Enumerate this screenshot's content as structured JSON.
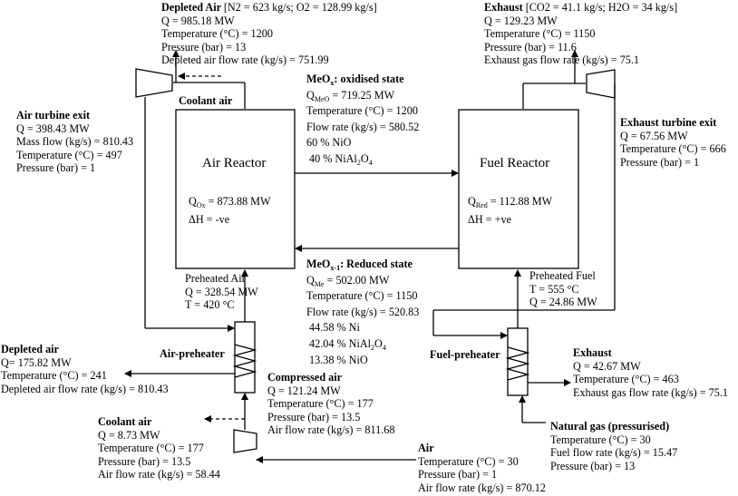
{
  "depleted_air_top": {
    "heading": "Depleted Air",
    "composition": "[N2 = 623 kg/s; O2 = 128.99 kg/s]",
    "lines": [
      "Q = 985.18 MW",
      "Temperature (°C) = 1200",
      "Pressure (bar) = 13",
      "Depleted air flow rate (kg/s) = 751.99"
    ]
  },
  "exhaust_top": {
    "heading": "Exhaust",
    "composition": "[CO2 = 41.1 kg/s; H2O = 34 kg/s]",
    "lines": [
      "Q = 129.23 MW",
      "Temperature (°C) = 1150",
      "Pressure (bar) = 11.6",
      "Exhaust gas flow rate (kg/s) = 75.1"
    ]
  },
  "air_turbine_exit": {
    "heading": "Air turbine exit",
    "lines": [
      "Q = 398.43 MW",
      "Mass flow (kg/s) = 810.43",
      "Temperature (°C) = 497",
      "Pressure (bar) = 1"
    ]
  },
  "coolant_air_top": "Coolant air",
  "oxidised": {
    "heading_pre": "MeO",
    "heading_sub": "x",
    "heading_post": ": oxidised state",
    "q_pre": "Q",
    "q_sub": "MeO",
    "q_post": " = 719.25 MW",
    "temperature": "Temperature (°C) = 1200",
    "flow": "Flow rate (kg/s) = 580.52",
    "nio": " 60 % NiO",
    "nial_pre": "40 % NiAl",
    "nial_sub1": "2",
    "nial_mid": "O",
    "nial_sub2": "4"
  },
  "air_reactor": {
    "title": "Air Reactor",
    "q_pre": "Q",
    "q_sub": "Ox",
    "q_post": " = 873.88 MW",
    "dh": "ΔH = -ve"
  },
  "fuel_reactor": {
    "title": "Fuel Reactor",
    "q_pre": "Q",
    "q_sub": "Red",
    "q_post": " = 112.88 MW",
    "dh": "ΔH = +ve"
  },
  "exhaust_turbine_exit": {
    "heading": "Exhaust turbine exit",
    "lines": [
      "Q = 67.56 MW",
      "Temperature (°C) = 666",
      "Pressure (bar) = 1"
    ]
  },
  "reduced": {
    "heading_pre": "MeO",
    "heading_sub": "x-1",
    "heading_post": ": Reduced state",
    "q_pre": "Q",
    "q_sub": "Me",
    "q_post": " = 502.00 MW",
    "temperature": "Temperature (°C) = 1150",
    "flow": "Flow rate (kg/s) = 520.83",
    "ni": "44.58 % Ni",
    "nial_pre": "42.04 % NiAl",
    "nial_sub1": "2",
    "nial_mid": "O",
    "nial_sub2": "4",
    "nio": "13.38 % NiO"
  },
  "preheated_air": {
    "lines": [
      "Preheated Air",
      "Q = 328.54 MW",
      "T = 420 °C"
    ]
  },
  "preheated_fuel": {
    "lines": [
      "Preheated Fuel",
      "T = 555 °C",
      "Q = 24.86 MW"
    ]
  },
  "depleted_air_bottom": {
    "heading": "Depleted air",
    "lines": [
      "Q= 175.82 MW",
      "Temperature (°C) = 241",
      "Depleted air flow rate (kg/s) = 810.43"
    ]
  },
  "air_preheater": "Air-preheater",
  "fuel_preheater": "Fuel-preheater",
  "compressed_air": {
    "heading": "Compressed air",
    "lines": [
      "Q = 121.24 MW",
      "Temperature (°C) = 177",
      "Pressure (bar) = 13.5",
      "Air flow rate (kg/s) = 811.68"
    ]
  },
  "exhaust_bottom": {
    "heading": "Exhaust",
    "lines": [
      "Q = 42.67 MW",
      "Temperature (°C) = 463",
      "Exhaust gas flow rate (kg/s) = 75.1"
    ]
  },
  "coolant_air_bottom": {
    "heading": "Coolant air",
    "lines": [
      "Q = 8.73 MW",
      "Temperature (°C) = 177",
      "Pressure (bar) = 13.5",
      "Air flow rate (kg/s) = 58.44"
    ]
  },
  "natural_gas": {
    "heading": "Natural gas (pressurised)",
    "lines": [
      "Temperature (°C) = 30",
      "Fuel flow rate (kg/s) = 15.47",
      "Pressure (bar) = 13"
    ]
  },
  "air_inlet": {
    "heading": "Air",
    "lines": [
      "Temperature (°C) = 30",
      "Pressure (bar) = 1",
      "Air flow rate (kg/s) = 870.12"
    ]
  }
}
